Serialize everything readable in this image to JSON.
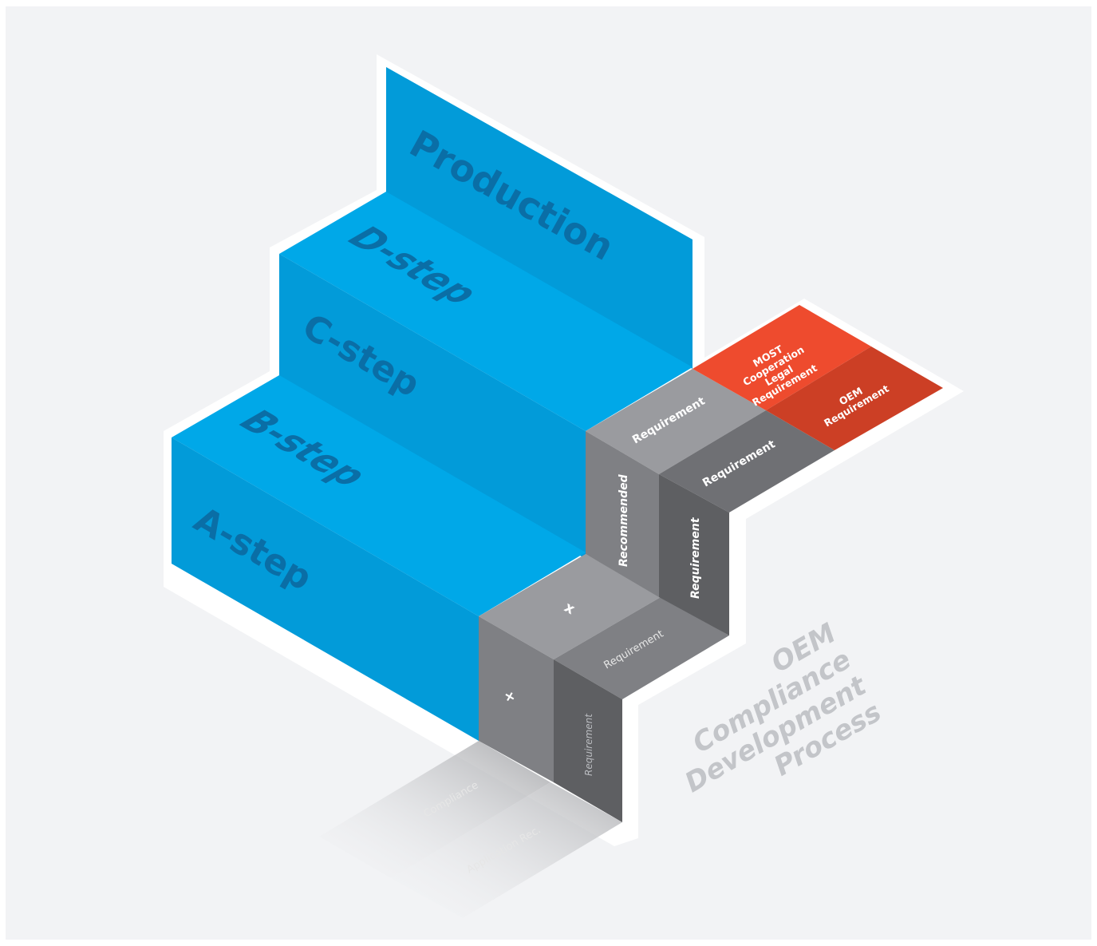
{
  "steps": {
    "a": "A-step",
    "b": "B-step",
    "c": "C-step",
    "d": "D-step",
    "production": "Production"
  },
  "grey_blocks": {
    "plus": "+",
    "x": "x",
    "recommended": "Recommended",
    "requirement_upper_top": "Requirement",
    "requirement_lower_top": "Requirement",
    "requirement_vertical_right": "Requirement",
    "requirement_mid": "Requirement",
    "requirement_low_vertical": "Requirement"
  },
  "ramps": {
    "compliance": "Compliance",
    "application": "Application Rec."
  },
  "red_blocks": {
    "most_line1": "MOST",
    "most_line2": "Cooperation",
    "most_line3": "Legal",
    "most_line4": "Requirement",
    "oem_line1": "OEM",
    "oem_line2": "Requirement"
  },
  "title": {
    "line1": "OEM",
    "line2": "Compliance",
    "line3": "Development",
    "line4": "Process"
  },
  "colors": {
    "blue_top": "#00a8e8",
    "blue_front": "#029bd9",
    "grey_light": "#9a9b9f",
    "grey_mid": "#7f8084",
    "grey_dark": "#5e5f62",
    "red_light": "#ee4b2e",
    "red_dark": "#cc3f25",
    "background": "#f2f3f5"
  }
}
